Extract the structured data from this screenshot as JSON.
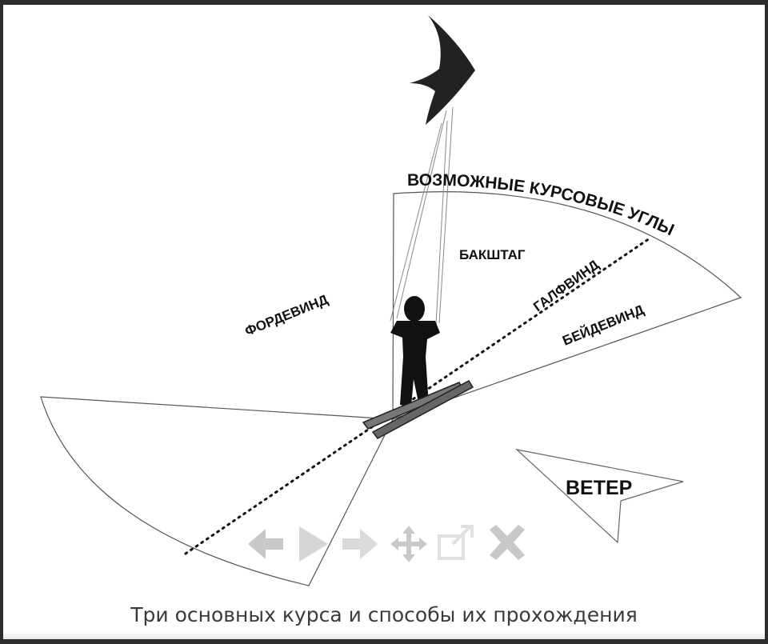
{
  "figure": {
    "arc_label": "ВОЗМОЖНЫЕ КУРСОВЫЕ УГЛЫ",
    "sectors": {
      "backstag": "БАКШТАГ",
      "galfwind": "ГАЛФВИНД",
      "fordewind": "ФОРДЕВИНД",
      "beidewind": "БЕЙДЕВИНД"
    },
    "wind_label": "ВЕТЕР"
  },
  "caption": "Три основных курса и способы их прохождения",
  "toolbar": {
    "items": [
      {
        "name": "previous-button",
        "icon": "arrow-left-icon"
      },
      {
        "name": "play-button",
        "icon": "play-icon"
      },
      {
        "name": "next-button",
        "icon": "arrow-right-icon"
      },
      {
        "name": "move-button",
        "icon": "move-icon"
      },
      {
        "name": "open-external-button",
        "icon": "external-link-icon"
      },
      {
        "name": "close-button",
        "icon": "close-icon"
      }
    ]
  },
  "colors": {
    "frame_background": "#2d2d2d",
    "toolbar_icon": "#c8c8c8",
    "ink": "#111111"
  }
}
